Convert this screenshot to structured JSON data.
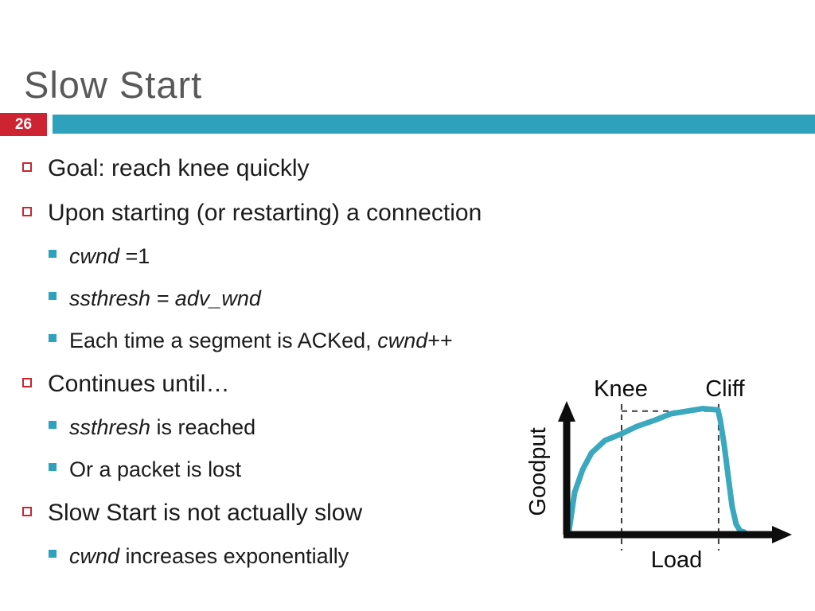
{
  "slide": {
    "title": "Slow Start",
    "page_number": "26",
    "colors": {
      "accent_red": "#CE2432",
      "accent_teal": "#2EA2BC",
      "title_gray": "#595959",
      "text": "#1b1b1b",
      "curve_teal": "#3AA8BE"
    },
    "bullets": [
      {
        "level": 1,
        "runs": [
          {
            "text": "Goal: reach knee quickly"
          }
        ]
      },
      {
        "level": 1,
        "runs": [
          {
            "text": "Upon starting (or restarting) a connection"
          }
        ]
      },
      {
        "level": 2,
        "runs": [
          {
            "text": "cwnd",
            "italic": true
          },
          {
            "text": " =1"
          }
        ]
      },
      {
        "level": 2,
        "runs": [
          {
            "text": "ssthresh = adv_wnd",
            "italic": true
          }
        ]
      },
      {
        "level": 2,
        "runs": [
          {
            "text": "Each time a segment is ACKed, "
          },
          {
            "text": "cwnd",
            "italic": true
          },
          {
            "text": "++"
          }
        ]
      },
      {
        "level": 1,
        "runs": [
          {
            "text": "Continues until…"
          }
        ]
      },
      {
        "level": 2,
        "runs": [
          {
            "text": "ssthresh",
            "italic": true
          },
          {
            "text": " is reached"
          }
        ]
      },
      {
        "level": 2,
        "runs": [
          {
            "text": "Or a packet is lost"
          }
        ]
      },
      {
        "level": 1,
        "runs": [
          {
            "text": "Slow Start is not actually slow"
          }
        ]
      },
      {
        "level": 2,
        "runs": [
          {
            "text": "cwnd",
            "italic": true
          },
          {
            "text": " increases exponentially"
          }
        ]
      }
    ]
  },
  "chart_data": {
    "type": "line",
    "title": "",
    "xlabel": "Load",
    "ylabel": "Goodput",
    "x_axis": {
      "label": "Load",
      "range": [
        0,
        10
      ],
      "ticks": []
    },
    "y_axis": {
      "label": "Goodput",
      "range": [
        0,
        1
      ],
      "ticks": []
    },
    "grid": false,
    "legend": "none",
    "knee_load": 3.0,
    "cliff_load": 8.3,
    "plateau_goodput": 0.97,
    "annotations": [
      {
        "label": "Knee",
        "x": 3.0,
        "style": "dashed-vertical"
      },
      {
        "label": "Cliff",
        "x": 8.3,
        "style": "dashed-vertical"
      },
      {
        "style": "dashed-horizontal",
        "y": 0.97,
        "from_x": 3.0,
        "to_x": 8.3
      }
    ],
    "series": [
      {
        "name": "goodput-vs-load",
        "color": "#3AA8BE",
        "points": [
          [
            0.1,
            0.0
          ],
          [
            0.43,
            0.33
          ],
          [
            0.87,
            0.51
          ],
          [
            1.35,
            0.64
          ],
          [
            2.09,
            0.74
          ],
          [
            2.96,
            0.79
          ],
          [
            3.83,
            0.85
          ],
          [
            4.83,
            0.9
          ],
          [
            5.7,
            0.95
          ],
          [
            6.57,
            0.97
          ],
          [
            7.43,
            0.99
          ],
          [
            8.26,
            0.98
          ],
          [
            8.39,
            0.9
          ],
          [
            8.61,
            0.7
          ],
          [
            8.83,
            0.45
          ],
          [
            9.04,
            0.22
          ],
          [
            9.26,
            0.08
          ],
          [
            9.48,
            0.03
          ],
          [
            9.7,
            0.02
          ]
        ]
      }
    ]
  }
}
